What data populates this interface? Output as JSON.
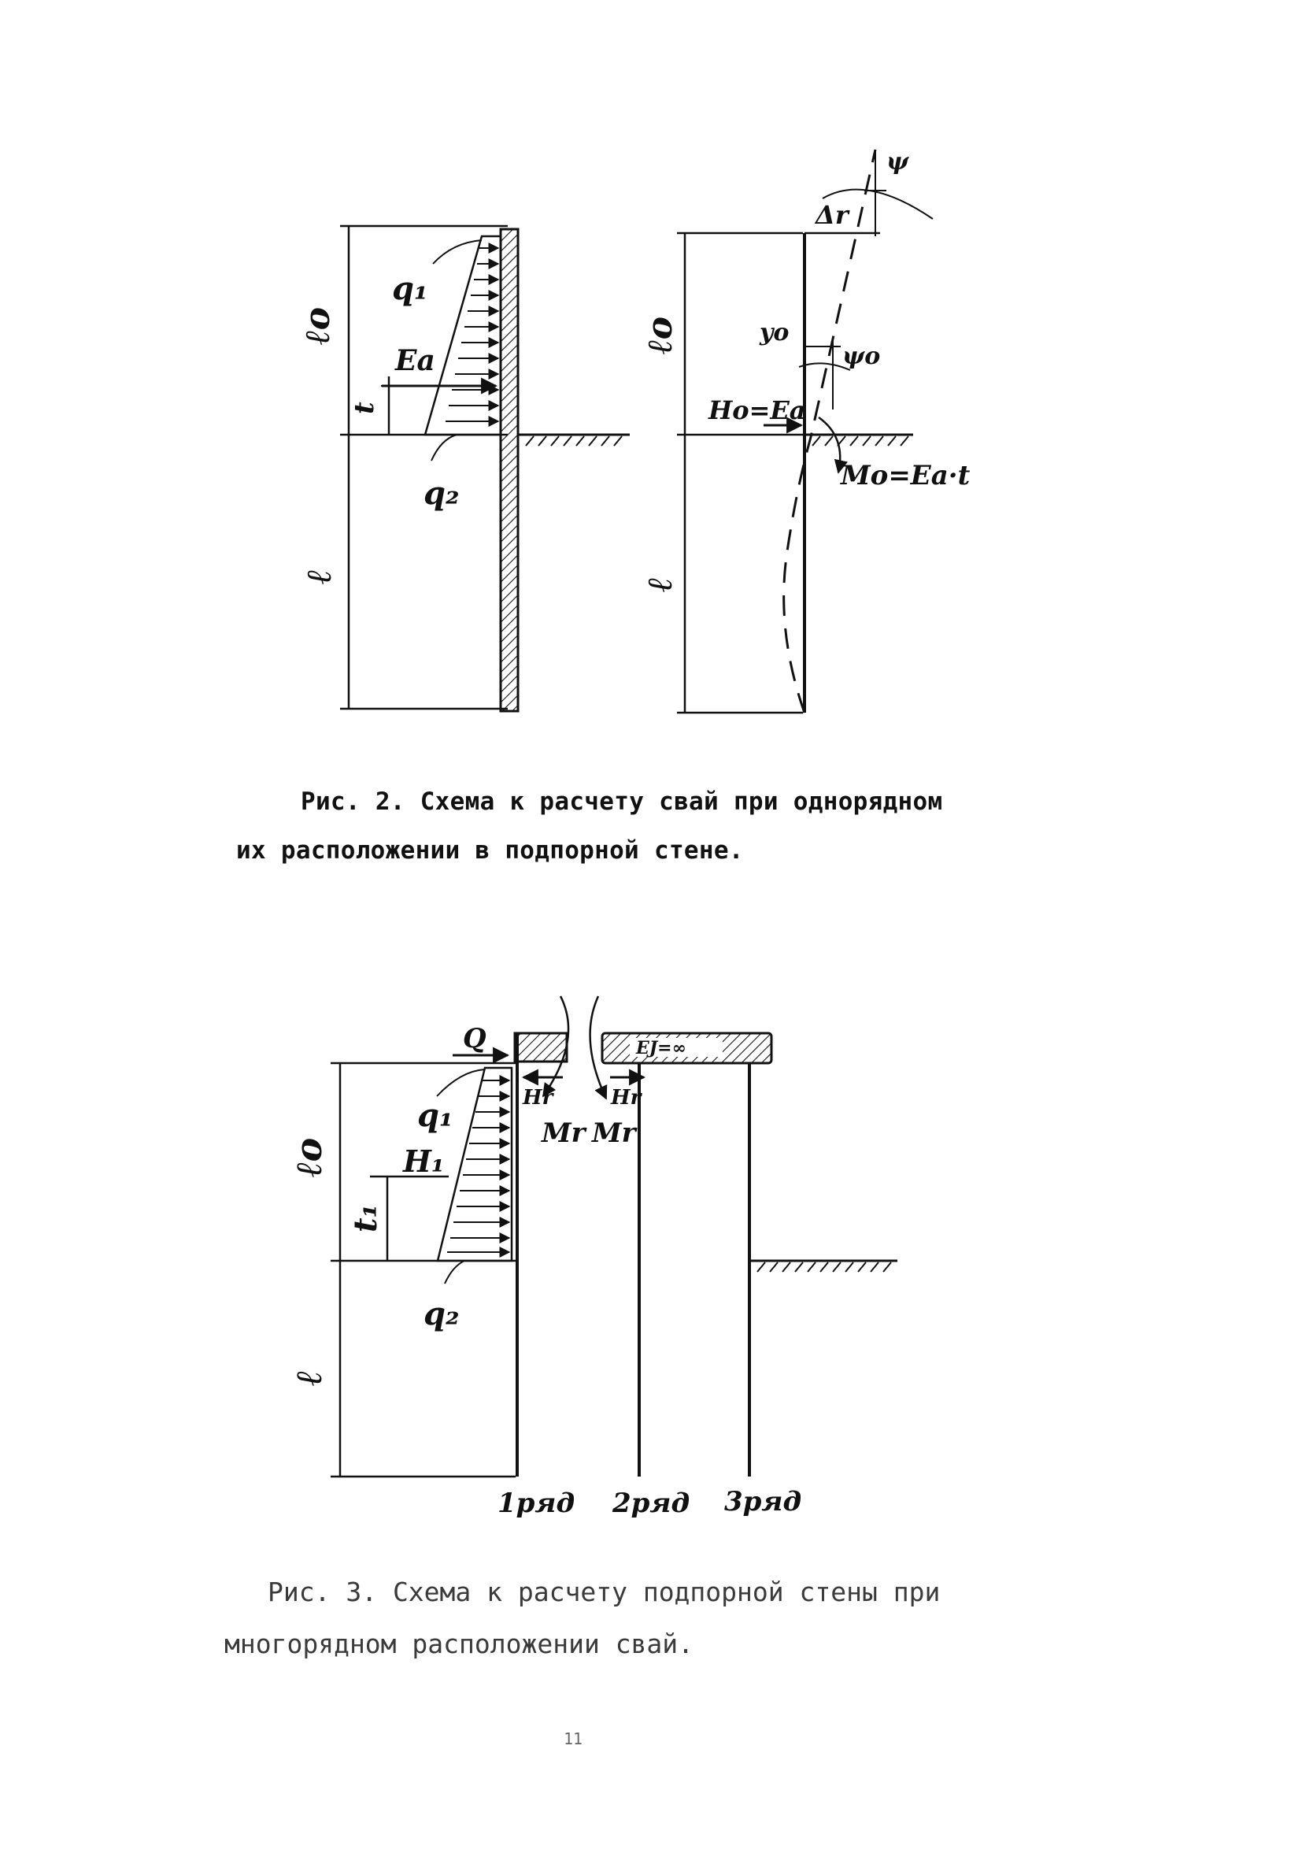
{
  "figure2": {
    "labels": {
      "l0": "ℓo",
      "q1": "q₁",
      "ea": "Ea",
      "t": "t",
      "q2": "q₂",
      "l": "ℓ",
      "psi": "ψ",
      "delta_r": "Δr",
      "y0": "yo",
      "psi0": "ψo",
      "h0": "Ho=Ea",
      "m0": "Mo=Ea·t"
    },
    "caption": {
      "line1": "Рис. 2. Схема к расчету свай при однорядном",
      "line2": "их расположении в подпорной стене."
    }
  },
  "figure3": {
    "labels": {
      "q": "Q",
      "q1": "q₁",
      "h1": "H₁",
      "t1": "t₁",
      "l0": "ℓo",
      "q2": "q₂",
      "l": "ℓ",
      "hr_left": "Hr",
      "hr_right": "Hr",
      "mr_left": "Mr",
      "mr_right": "Mr",
      "ej": "EJ=∞",
      "row1": "1ряд",
      "row2": "2ряд",
      "row3": "3ряд"
    },
    "caption": {
      "line1": "Рис. 3. Схема к расчету подпорной стены при",
      "line2": "многорядном расположении свай."
    }
  },
  "page_number": "11"
}
